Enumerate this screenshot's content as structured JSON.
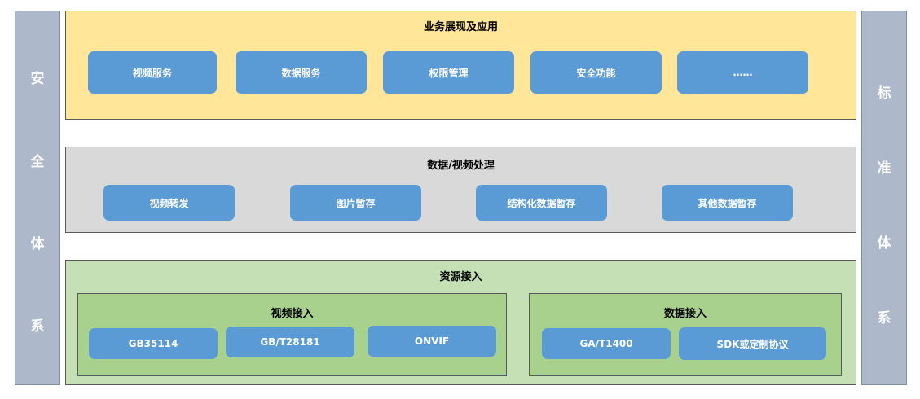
{
  "left_bar": {
    "chars": [
      "安",
      "全",
      "体",
      "系"
    ]
  },
  "right_bar": {
    "chars": [
      "标",
      "准",
      "体",
      "系"
    ]
  },
  "layers": {
    "application": {
      "title": "业务展现及应用",
      "items": [
        "视频服务",
        "数据服务",
        "权限管理",
        "安全功能",
        "……"
      ]
    },
    "processing": {
      "title": "数据/视频处理",
      "items": [
        "视频转发",
        "图片暂存",
        "结构化数据暂存",
        "其他数据暂存"
      ]
    },
    "access": {
      "title": "资源接入",
      "video": {
        "title": "视频接入",
        "items": [
          "GB35114",
          "GB/T28181",
          "ONVIF"
        ]
      },
      "data": {
        "title": "数据接入",
        "items": [
          "GA/T1400",
          "SDK或定制协议"
        ]
      }
    }
  },
  "colors": {
    "application_bg": "#ffe699",
    "processing_bg": "#d9d9d9",
    "access_bg": "#c5e0b4",
    "sub_bg": "#a9d18e",
    "button": "#5b9bd5",
    "side_bar": "#adb9ca"
  }
}
